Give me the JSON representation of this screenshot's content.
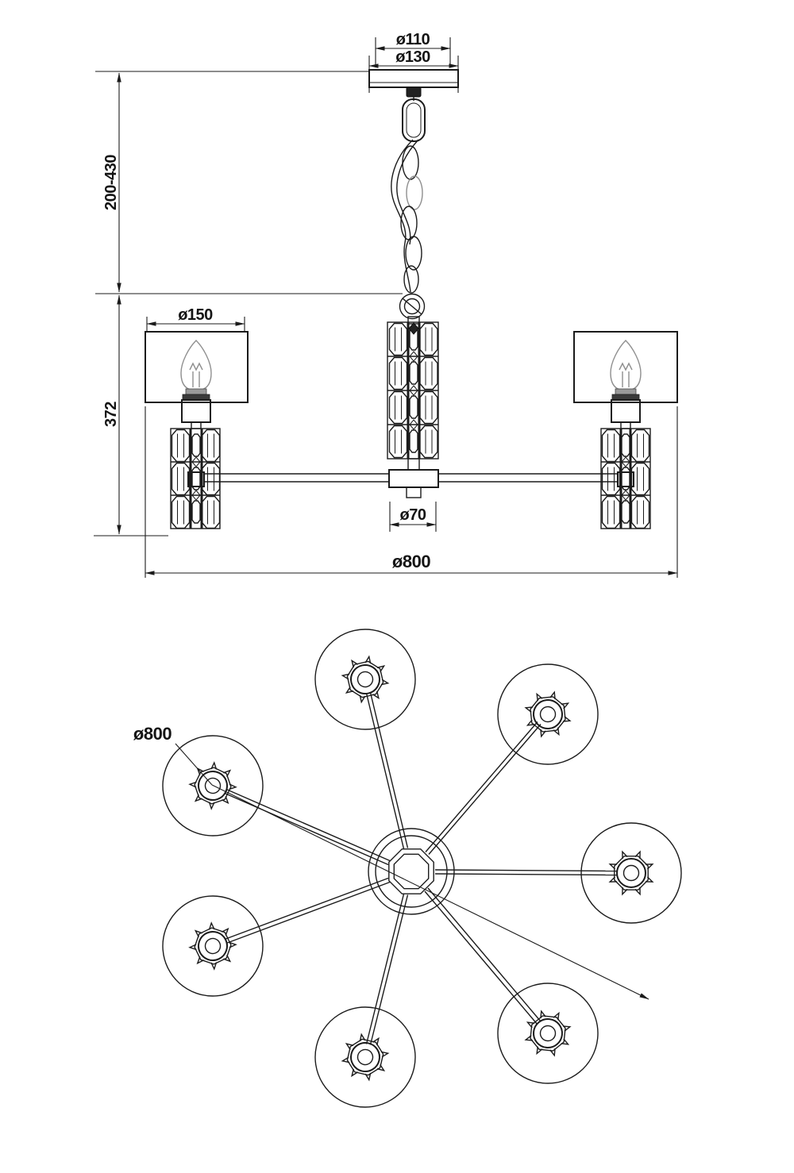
{
  "colors": {
    "background": "#ffffff",
    "line": "#1b1b1b",
    "text": "#141414"
  },
  "side_view": {
    "dims": {
      "canopy_inner": "ø110",
      "canopy_outer": "ø130",
      "suspension_height": "200-430",
      "shade_diameter": "ø150",
      "body_height": "372",
      "hub_diameter": "ø70",
      "overall_diameter": "ø800"
    }
  },
  "top_view": {
    "arm_count": 7,
    "dims": {
      "overall_diameter": "ø800"
    }
  }
}
